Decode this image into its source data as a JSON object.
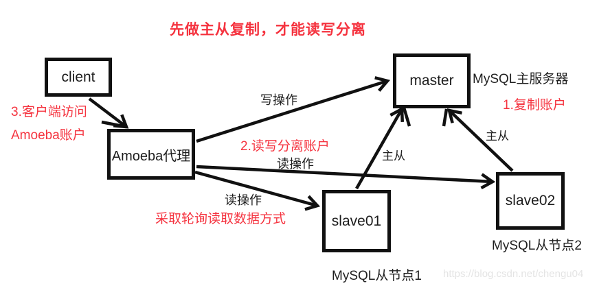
{
  "title": "先做主从复制，才能读写分离",
  "nodes": {
    "client": "client",
    "amoeba": "Amoeba代理",
    "master": "master",
    "slave01": "slave01",
    "slave02": "slave02"
  },
  "captions": {
    "master": "MySQL主服务器",
    "slave01": "MySQL从节点1",
    "slave02": "MySQL从节点2"
  },
  "annotations": {
    "step3_line1": "3.客户端访问",
    "step3_line2": "Amoeba账户",
    "step2": "2.读写分离账户",
    "step1": "1.复制账户",
    "write_op": "写操作",
    "read_op_upper": "读操作",
    "read_op_lower": "读操作",
    "round_robin": "采取轮询读取数据方式",
    "master_slave_left": "主从",
    "master_slave_right": "主从"
  },
  "watermark": "https://blog.csdn.net/chengu04",
  "colors": {
    "annotation_red": "#f5333f",
    "ink": "#111111",
    "watermark_gray": "#e4e4e4",
    "background": "#ffffff"
  }
}
